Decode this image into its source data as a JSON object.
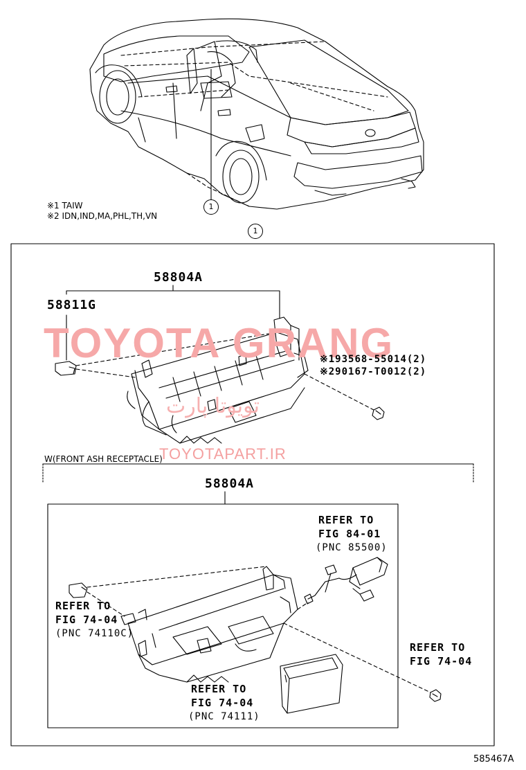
{
  "notes": {
    "note1": "※1 TAIW",
    "note2": "※2 IDN,IND,MA,PHL,TH,VN"
  },
  "callouts": {
    "c1": "1",
    "c2": "1"
  },
  "upper": {
    "assembly": "58804A",
    "part_left": "58811G",
    "bolt_line1": "※193568-55014(2)",
    "bolt_line2": "※290167-T0012(2)"
  },
  "lower": {
    "section_title": "W(FRONT ASH RECEPTACLE)",
    "assembly": "58804A",
    "ref_top_1": "REFER TO",
    "ref_top_2": "FIG 84-01",
    "ref_top_3": "(PNC 85500)",
    "ref_left_1": "REFER TO",
    "ref_left_2": "FIG 74-04",
    "ref_left_3": "(PNC 74110C)",
    "ref_bottom_1": "REFER TO",
    "ref_bottom_2": "FIG 74-04",
    "ref_bottom_3": "(PNC 74111)",
    "ref_right_1": "REFER TO",
    "ref_right_2": "FIG 74-04"
  },
  "watermark": {
    "main": "TOYOTA GRANG",
    "farsi": "تویوتا پارت",
    "url": "TOYOTAPART.IR",
    "color": "#f4a0a0"
  },
  "diagram_id": "585467A"
}
